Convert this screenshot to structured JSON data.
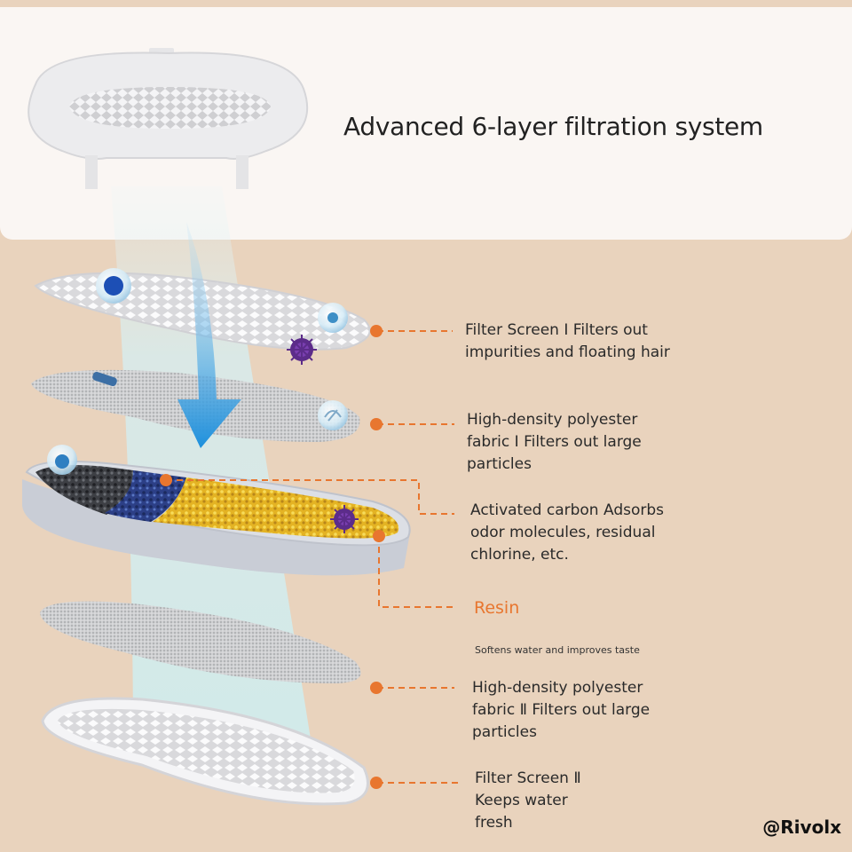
{
  "title": "Advanced 6-layer filtration system",
  "layers": [
    {
      "name": "Filter Screen Ⅰ Filters out impurities and floating hair"
    },
    {
      "name": "High-density polyester fabric Ⅰ Filters out large particles"
    },
    {
      "name": "Activated carbon Adsorbs odor molecules, residual chlorine, etc."
    },
    {
      "name": "Resin"
    },
    {
      "name": "High-density polyester fabric Ⅱ Filters out large particles"
    },
    {
      "name": "Filter Screen Ⅱ Keeps water fresh"
    }
  ],
  "resin_note": "Softens water and improves taste",
  "credit": "@Rivolx",
  "colors": {
    "background": "#e9d3bd",
    "panel": "#faf6f3",
    "leader": "#e8762f",
    "arrow": "#2b9be0",
    "beam": "#d8f0f4"
  }
}
